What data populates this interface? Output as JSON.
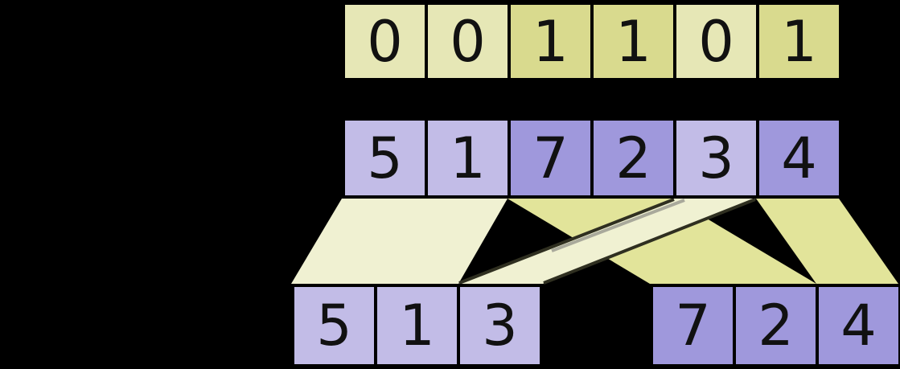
{
  "mask_row": {
    "cells": [
      {
        "value": "0",
        "group": "mask_zero"
      },
      {
        "value": "0",
        "group": "mask_zero"
      },
      {
        "value": "1",
        "group": "mask_one"
      },
      {
        "value": "1",
        "group": "mask_one"
      },
      {
        "value": "0",
        "group": "mask_zero"
      },
      {
        "value": "1",
        "group": "mask_one"
      }
    ]
  },
  "value_row": {
    "cells": [
      {
        "value": "5",
        "group": "value_light"
      },
      {
        "value": "1",
        "group": "value_light"
      },
      {
        "value": "7",
        "group": "value_dark"
      },
      {
        "value": "2",
        "group": "value_dark"
      },
      {
        "value": "3",
        "group": "value_light"
      },
      {
        "value": "4",
        "group": "value_dark"
      }
    ]
  },
  "output_left_row": {
    "cells": [
      {
        "value": "5",
        "group": "value_light"
      },
      {
        "value": "1",
        "group": "value_light"
      },
      {
        "value": "3",
        "group": "value_light"
      }
    ]
  },
  "output_right_row": {
    "cells": [
      {
        "value": "7",
        "group": "value_dark"
      },
      {
        "value": "2",
        "group": "value_dark"
      },
      {
        "value": "4",
        "group": "value_dark"
      }
    ]
  },
  "colors": {
    "background": "#000000",
    "cell_border": "#000000",
    "digit": "#111111",
    "cell_fills": {
      "mask_zero": "#e6e7b6",
      "mask_one": "#d9da8e",
      "value_light": "#c2bce7",
      "value_dark": "#9f98dc"
    },
    "flow_pale": "#f0f1d2",
    "flow_dark": "#e2e49a",
    "flow_edge_dark": "#2f2f20",
    "flow_edge_grey": "#a9a99b"
  }
}
